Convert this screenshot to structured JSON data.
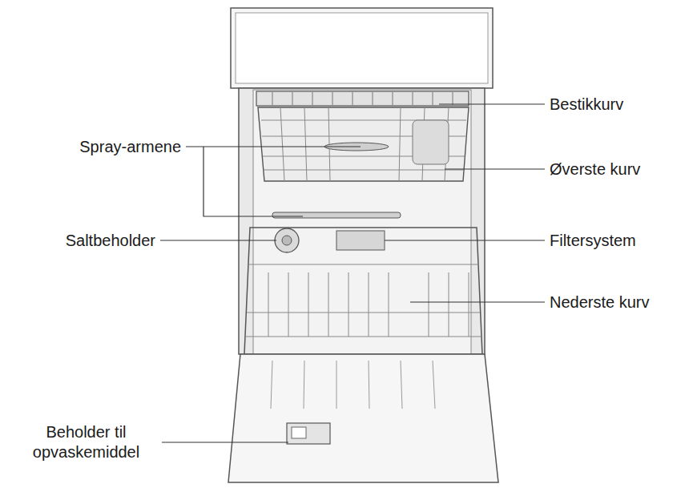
{
  "diagram": {
    "labels": [
      "Bestikkurv",
      "Spray-armene",
      "Øverste kurv",
      "Saltbeholder",
      "Filtersystem",
      "Nederste kurv",
      "Beholder til opvaskemiddel"
    ]
  }
}
